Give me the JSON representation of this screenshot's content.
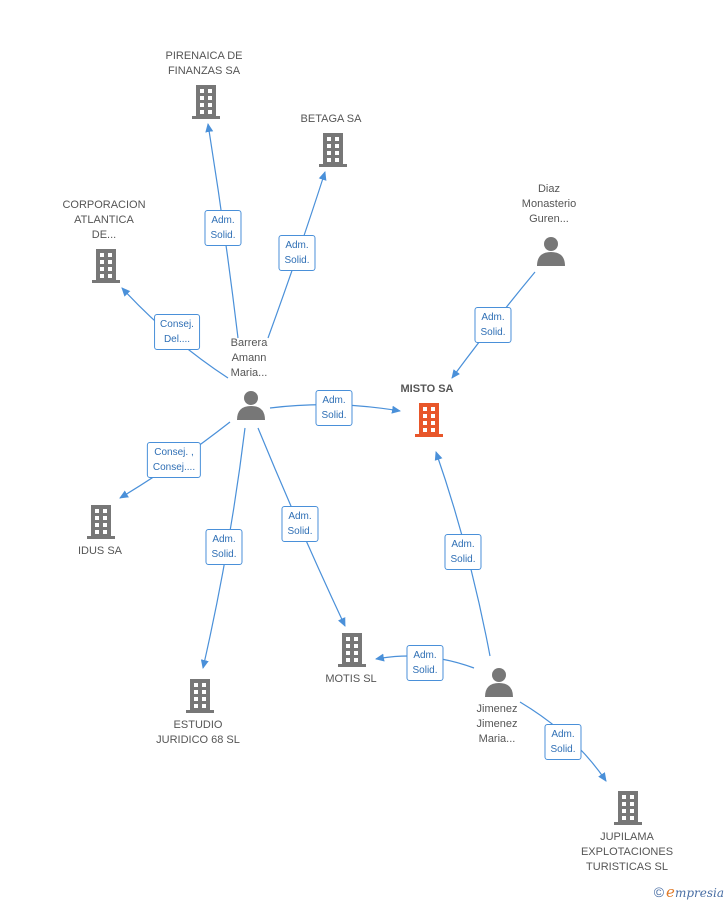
{
  "nodes": {
    "pirenaica": {
      "lines": [
        "PIRENAICA DE",
        "FINANZAS SA"
      ]
    },
    "betaga": {
      "lines": [
        "BETAGA SA"
      ]
    },
    "corporacion": {
      "lines": [
        "CORPORACION",
        "ATLANTICA",
        "DE..."
      ]
    },
    "diaz": {
      "lines": [
        "Diaz",
        "Monasterio",
        "Guren..."
      ]
    },
    "barrera": {
      "lines": [
        "Barrera",
        "Amann",
        "Maria..."
      ]
    },
    "misto": {
      "lines": [
        "MISTO SA"
      ]
    },
    "idus": {
      "lines": [
        "IDUS SA"
      ]
    },
    "estudio": {
      "lines": [
        "ESTUDIO",
        "JURIDICO 68 SL"
      ]
    },
    "motis": {
      "lines": [
        "MOTIS SL"
      ]
    },
    "jimenez": {
      "lines": [
        "Jimenez",
        "Jimenez",
        "Maria..."
      ]
    },
    "jupilama": {
      "lines": [
        "JUPILAMA",
        "EXPLOTACIONES",
        "TURISTICAS SL"
      ]
    }
  },
  "edges": {
    "e1": {
      "lines": [
        "Adm.",
        "Solid."
      ]
    },
    "e2": {
      "lines": [
        "Adm.",
        "Solid."
      ]
    },
    "e3": {
      "lines": [
        "Consej.",
        "Del...."
      ]
    },
    "e4": {
      "lines": [
        "Adm.",
        "Solid."
      ]
    },
    "e5": {
      "lines": [
        "Adm.",
        "Solid."
      ]
    },
    "e6": {
      "lines": [
        "Consej. ,",
        "Consej...."
      ]
    },
    "e7": {
      "lines": [
        "Adm.",
        "Solid."
      ]
    },
    "e8": {
      "lines": [
        "Adm.",
        "Solid."
      ]
    },
    "e9": {
      "lines": [
        "Adm.",
        "Solid."
      ]
    },
    "e10": {
      "lines": [
        "Adm.",
        "Solid."
      ]
    },
    "e11": {
      "lines": [
        "Adm.",
        "Solid."
      ]
    }
  },
  "logo": {
    "copyright": "©",
    "e": "e",
    "rest": "mpresia"
  },
  "colors": {
    "edge": "#4a90d9",
    "node": "#777777",
    "focus": "#e8562a"
  }
}
